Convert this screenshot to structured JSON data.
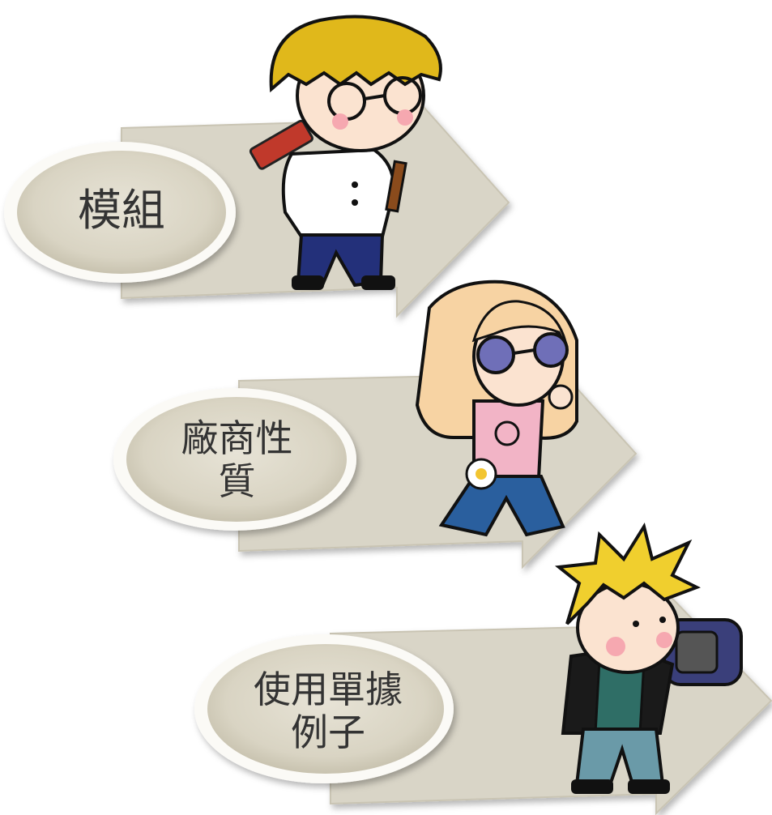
{
  "steps": [
    {
      "label": "模組",
      "lines": [
        "模組"
      ]
    },
    {
      "label": "廠商性質",
      "lines": [
        "廠商性",
        "質"
      ]
    },
    {
      "label": "使用單據例子",
      "lines": [
        "使用單據",
        "例子"
      ]
    }
  ],
  "colors": {
    "arrow_fill": "#d9d5c7",
    "arrow_stroke": "#c9c4b3",
    "oval_fill": "#ddd9c9",
    "oval_rim": "#fbfaf6",
    "text": "#333333"
  }
}
